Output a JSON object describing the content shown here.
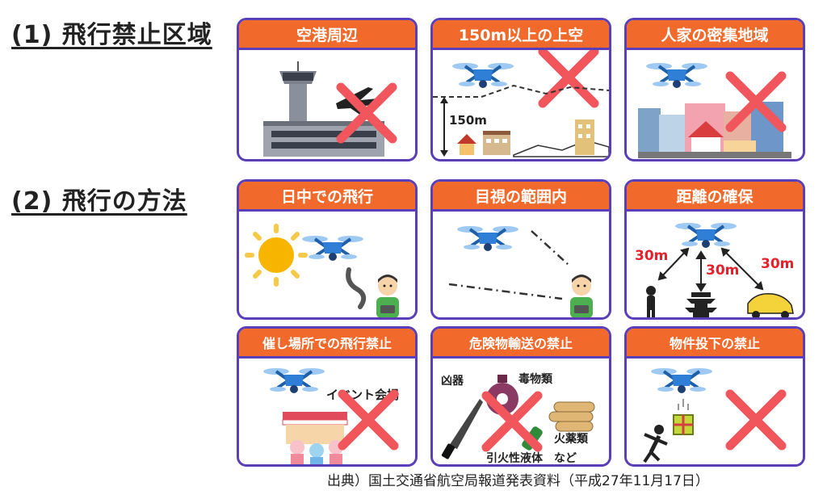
{
  "sections": {
    "prohibited": "(1) 飛行禁止区域",
    "method": "(2) 飛行の方法"
  },
  "cards": {
    "airport": {
      "title": "空港周辺"
    },
    "altitude": {
      "title": "150m以上の上空",
      "height_label": "150m"
    },
    "residential": {
      "title": "人家の密集地域"
    },
    "daytime": {
      "title": "日中での飛行"
    },
    "visual": {
      "title": "目視の範囲内"
    },
    "distance": {
      "title": "距離の確保",
      "distance_label_1": "30m",
      "distance_label_2": "30m",
      "distance_label_3": "30m"
    },
    "event": {
      "title": "催し場所での飛行禁止",
      "venue_label": "イベント会場"
    },
    "hazard": {
      "title": "危険物輸送の禁止",
      "weapon_label": "凶器",
      "poison_label": "毒物類",
      "explosive_label": "火薬類",
      "flammable_label": "引火性液体　など"
    },
    "drop": {
      "title": "物件投下の禁止"
    }
  },
  "source": "出典）国土交通省航空局報道発表資料（平成27年11月17日）",
  "colors": {
    "header": "#f26a2b",
    "border": "#5b3fb8",
    "cross": "#f0565b",
    "drone": "#2f7fd6",
    "distance_text": "#e8202a"
  }
}
